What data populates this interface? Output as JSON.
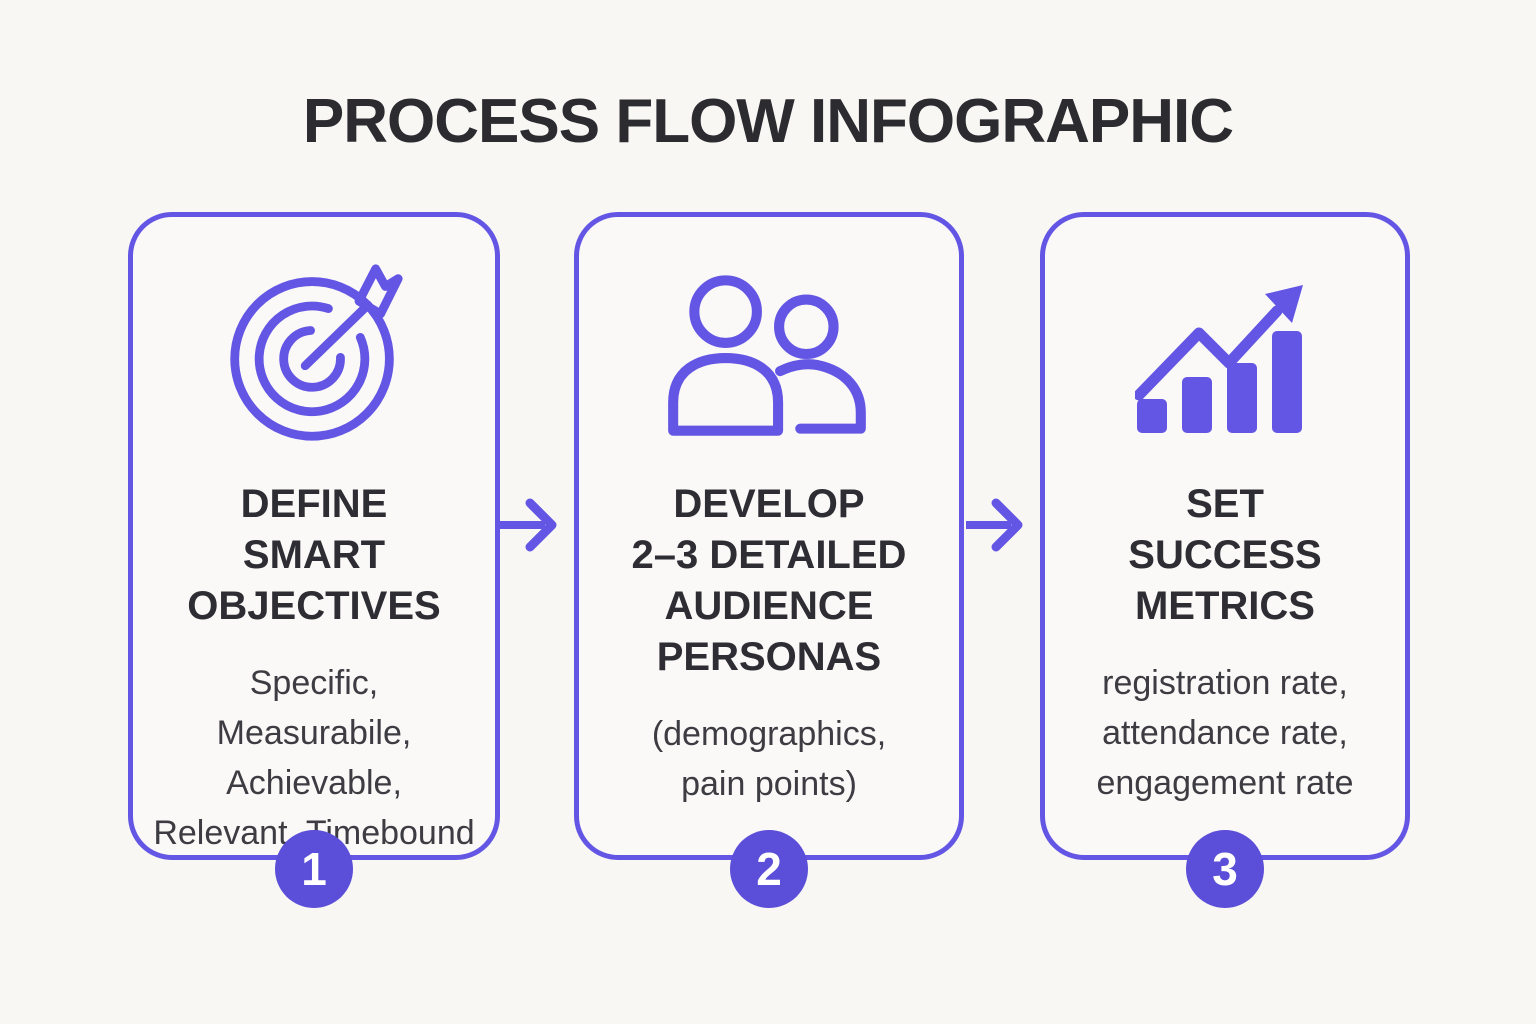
{
  "page": {
    "title": "PROCESS FLOW INFOGRAPHIC"
  },
  "colors": {
    "accent": "#6456E4",
    "badge": "#5B4ED8",
    "title_text": "#2B2B30",
    "heading_text": "#2D2D33",
    "body_text": "#3C3C42",
    "background": "#F8F7F4"
  },
  "cards": [
    {
      "number": "1",
      "icon": "target-icon",
      "heading": "DEFINE\nSMART\nOBJECTIVES",
      "body": "Specific,\nMeasurabile,\nAchievable,\nRelevant, Timebound"
    },
    {
      "number": "2",
      "icon": "personas-icon",
      "heading": "DEVELOP\n2–3 DETAILED\nAUDIENCE\nPERSONAS",
      "body": "(demographics,\npain points)"
    },
    {
      "number": "3",
      "icon": "bar-chart-growth-icon",
      "heading": "SET\nSUCCESS\nMETRICS",
      "body": "registration rate,\nattendance rate,\nengagement rate"
    }
  ],
  "arrows": [
    {
      "name": "flow-arrow-1",
      "direction": "right"
    },
    {
      "name": "flow-arrow-2",
      "direction": "right"
    }
  ]
}
